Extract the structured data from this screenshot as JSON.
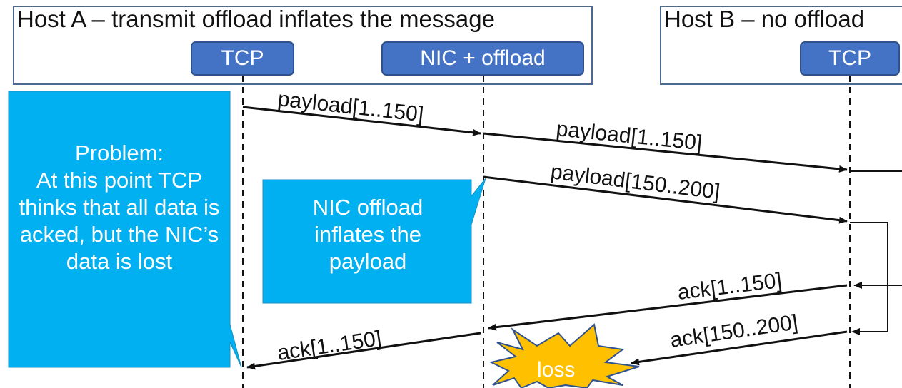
{
  "host_a": {
    "title": "Host A – transmit offload inflates the message",
    "tcp_label": "TCP",
    "nic_label": "NIC + offload"
  },
  "host_b": {
    "title": "Host B – no offload",
    "tcp_label": "TCP"
  },
  "messages": {
    "m1": "payload[1..150]",
    "m2": "payload[1..150]",
    "m3": "payload[150..200]",
    "m4": "ack[1..150]",
    "m5": "ack[150..200]",
    "m6": "ack[1..150]"
  },
  "loss_label": "loss",
  "callouts": {
    "nic": "NIC offload inflates the payload",
    "problem": "Problem:\nAt this point TCP thinks that all data is acked, but the NIC’s data is lost"
  },
  "colors": {
    "entity_fill": "#4472c4",
    "callout_fill": "#00b0f0",
    "burst_fill": "#ffc000",
    "box_border": "#4a6a8f"
  }
}
